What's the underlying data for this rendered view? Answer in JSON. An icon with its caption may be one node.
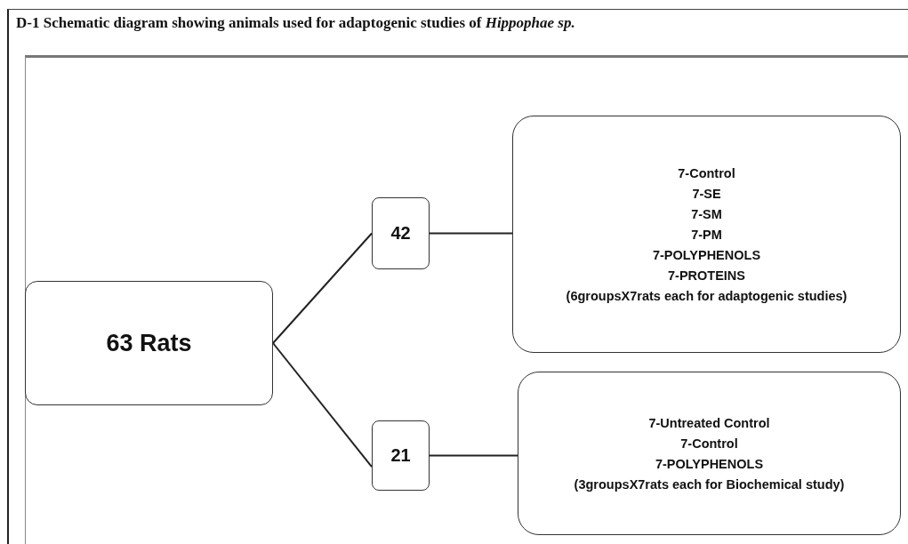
{
  "diagram": {
    "title": "D-1 Schematic diagram showing animals used for adaptogenic studies of *Hippophae sp.*",
    "nodes": [
      {
        "text": [
          "63 Rats"
        ]
      },
      {
        "text": [
          "42"
        ]
      },
      {
        "text": [
          "7-Control",
          "7-SE",
          "7-SM",
          "7-PM",
          "7-POLYPHENOLS",
          "7-PROTEINS",
          "(6groupsX7rats each for adaptogenic studies)"
        ]
      },
      {
        "text": [
          "21"
        ]
      },
      {
        "text": [
          "7-Untreated Control",
          "7-Control",
          "7-POLYPHENOLS",
          "(3groupsX7rats each for Biochemical study)"
        ]
      }
    ],
    "edges": [
      {
        "from": 0,
        "to": 1,
        "arrow": "none"
      },
      {
        "from": 0,
        "to": 3,
        "arrow": "none"
      },
      {
        "from": 1,
        "to": 2,
        "arrow": "none"
      },
      {
        "from": 3,
        "to": 4,
        "arrow": "none"
      }
    ]
  }
}
